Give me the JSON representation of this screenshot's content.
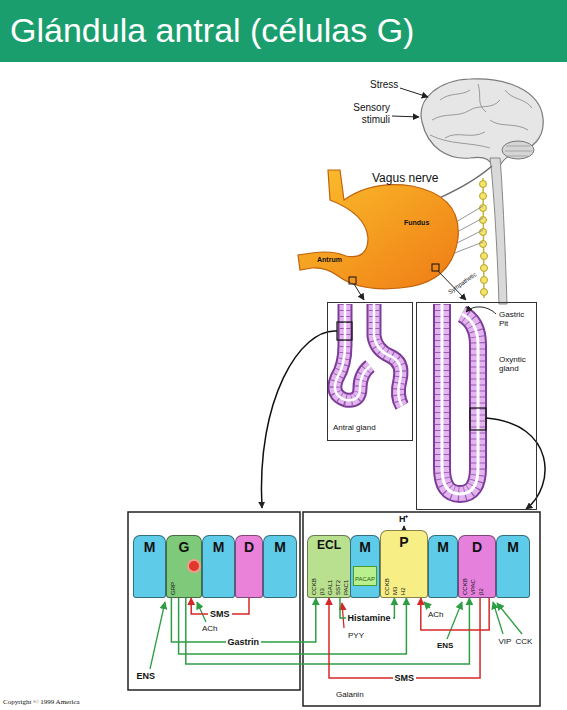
{
  "diagram": {
    "title": "Glándula antral (células G)",
    "nodes": [
      {
        "text": [
          "Antral gland"
        ]
      },
      {
        "text": [
          "Gastric Pit",
          "Oxyntic gland"
        ]
      },
      {
        "text": [
          "M"
        ]
      },
      {
        "text": [
          "G",
          "GRP"
        ]
      },
      {
        "text": [
          "M"
        ]
      },
      {
        "text": [
          "D"
        ]
      },
      {
        "text": [
          "M"
        ]
      },
      {
        "text": [
          "ECL",
          "CCKB",
          "β3",
          "GAL1",
          "SST2",
          "PAC1"
        ]
      },
      {
        "text": [
          "M"
        ]
      },
      {
        "text": [
          "PACAP"
        ],
        "in": 8
      },
      {
        "text": [
          "P",
          "CCKB",
          "M3",
          "H2"
        ]
      },
      {
        "text": [
          "M"
        ]
      },
      {
        "text": [
          "D",
          "CCKB",
          "VPAC",
          "β2"
        ]
      },
      {
        "text": [
          "M"
        ]
      }
    ],
    "edges": [
      {
        "from": 5,
        "to": 3,
        "arrow": "to",
        "label": "SMS"
      },
      {
        "from": 3,
        "to": 7,
        "arrow": "to",
        "label": "Gastrin"
      },
      {
        "from": 3,
        "to": 10,
        "arrow": "to"
      },
      {
        "from": 3,
        "to": 12,
        "arrow": "to"
      },
      {
        "from": 7,
        "to": 10,
        "arrow": "to",
        "label": "Histamine"
      },
      {
        "from": 12,
        "to": 7,
        "arrow": "to",
        "label": "SMS"
      },
      {
        "from": 12,
        "to": 10,
        "arrow": "to"
      }
    ],
    "labels": [
      "Stress",
      "Sensory stimuli",
      "Vagus nerve",
      "Fundus",
      "Antrum",
      "Sympathetic",
      "ACh",
      "ENS",
      "H⁺",
      "PYY",
      "ACh",
      "ENS",
      "VIP",
      "CCK",
      "Galanin",
      "Copyright © 1999 America"
    ]
  }
}
